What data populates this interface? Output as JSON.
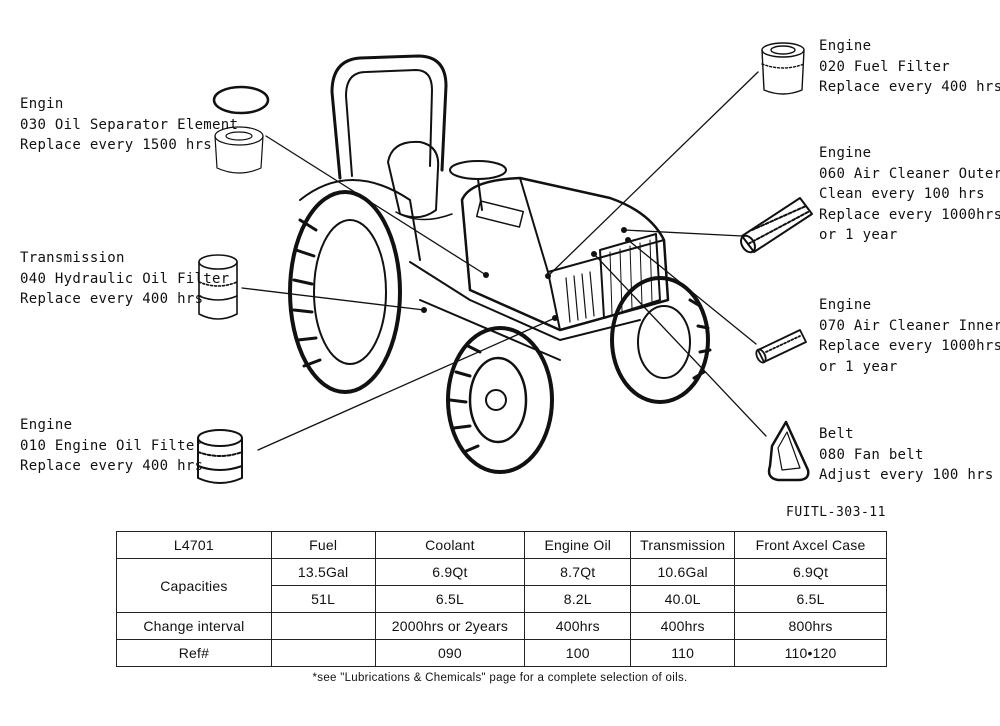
{
  "callouts": {
    "oil_separator": [
      "Engin",
      "030 Oil Separator Element",
      "Replace every 1500 hrs"
    ],
    "hydraulic_filter": [
      "Transmission",
      "040 Hydraulic Oil Filter",
      "Replace every 400 hrs"
    ],
    "engine_oil_filter": [
      "Engine",
      "010 Engine Oil Filter",
      "Replace every 400 hrs"
    ],
    "fuel_filter": [
      "Engine",
      "020 Fuel Filter",
      "Replace every 400 hrs"
    ],
    "air_cleaner_outer": [
      "Engine",
      "060 Air Cleaner Outer",
      "Clean every 100 hrs",
      "Replace every 1000hrs",
      "or 1 year"
    ],
    "air_cleaner_inner": [
      "Engine",
      "070 Air Cleaner Inner",
      "Replace every 1000hrs",
      "or 1 year"
    ],
    "fan_belt": [
      "Belt",
      "080 Fan belt",
      "Adjust every 100 hrs"
    ]
  },
  "figure_id": "FUITL-303-11",
  "table": {
    "header": [
      "L4701",
      "Fuel",
      "Coolant",
      "Engine Oil",
      "Transmission",
      "Front Axcel Case"
    ],
    "capacities_label": "Capacities",
    "capacities_row1": [
      "13.5Gal",
      "6.9Qt",
      "8.7Qt",
      "10.6Gal",
      "6.9Qt"
    ],
    "capacities_row2": [
      "51L",
      "6.5L",
      "8.2L",
      "40.0L",
      "6.5L"
    ],
    "change_interval": [
      "Change interval",
      "",
      "2000hrs or 2years",
      "400hrs",
      "400hrs",
      "800hrs"
    ],
    "ref": [
      "Ref#",
      "",
      "090",
      "100",
      "110",
      "110•120"
    ]
  },
  "footnote": "*see \"Lubrications & Chemicals\" page for a complete selection of oils."
}
